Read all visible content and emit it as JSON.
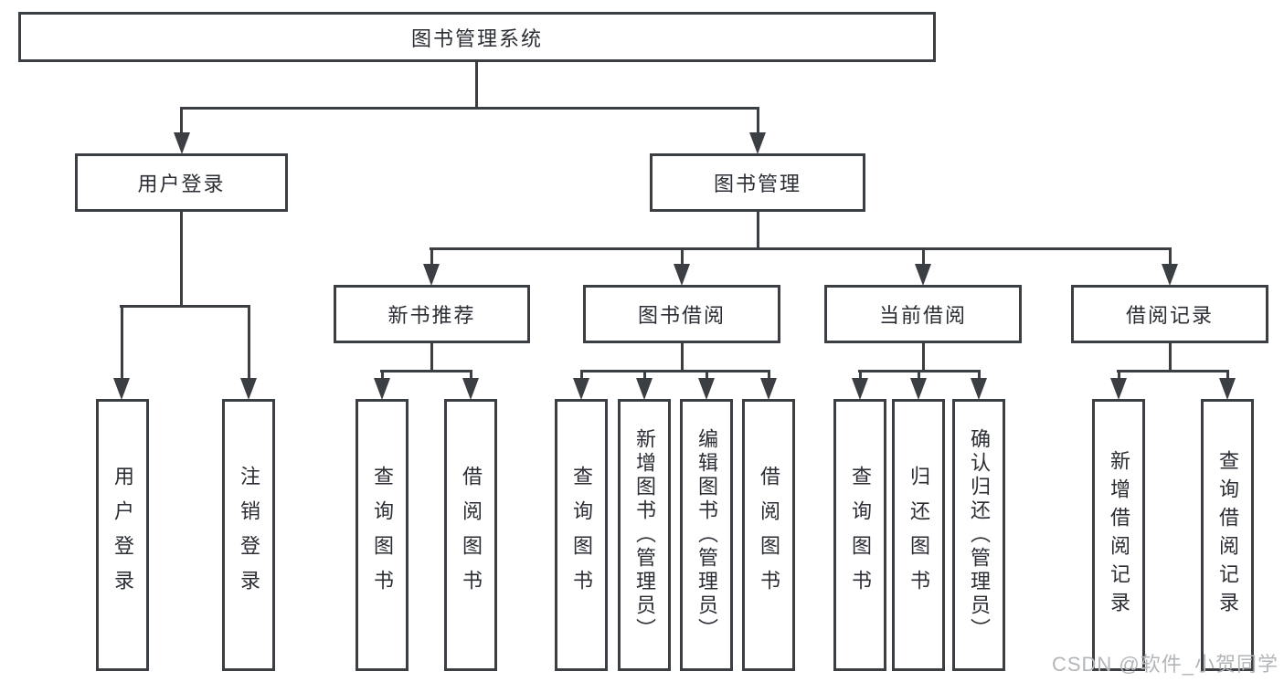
{
  "diagram": {
    "title": "图书管理系统",
    "modules": [
      {
        "label": "用户登录"
      },
      {
        "label": "图书管理"
      }
    ],
    "submodules": [
      {
        "parent": "图书管理",
        "label": "新书推荐"
      },
      {
        "parent": "图书管理",
        "label": "图书借阅"
      },
      {
        "parent": "图书管理",
        "label": "当前借阅"
      },
      {
        "parent": "图书管理",
        "label": "借阅记录"
      }
    ],
    "functions": [
      {
        "parent": "用户登录",
        "label": "用户登录"
      },
      {
        "parent": "用户登录",
        "label": "注销登录"
      },
      {
        "parent": "新书推荐",
        "label": "查询图书"
      },
      {
        "parent": "新书推荐",
        "label": "借阅图书"
      },
      {
        "parent": "图书借阅",
        "label": "查询图书"
      },
      {
        "parent": "图书借阅",
        "label": "新增图书（管理员）"
      },
      {
        "parent": "图书借阅",
        "label": "编辑图书（管理员）"
      },
      {
        "parent": "图书借阅",
        "label": "借阅图书"
      },
      {
        "parent": "当前借阅",
        "label": "查询图书"
      },
      {
        "parent": "当前借阅",
        "label": "归还图书"
      },
      {
        "parent": "当前借阅",
        "label": "确认归还（管理员）"
      },
      {
        "parent": "借阅记录",
        "label": "新增借阅记录"
      },
      {
        "parent": "借阅记录",
        "label": "查询借阅记录"
      }
    ],
    "colors": {
      "line": "#3b3e42",
      "text": "#2a2d33",
      "background": "#ffffff"
    }
  },
  "watermark": {
    "text": "CSDN @软件_小贺同学",
    "color": "#b3b6b9"
  }
}
